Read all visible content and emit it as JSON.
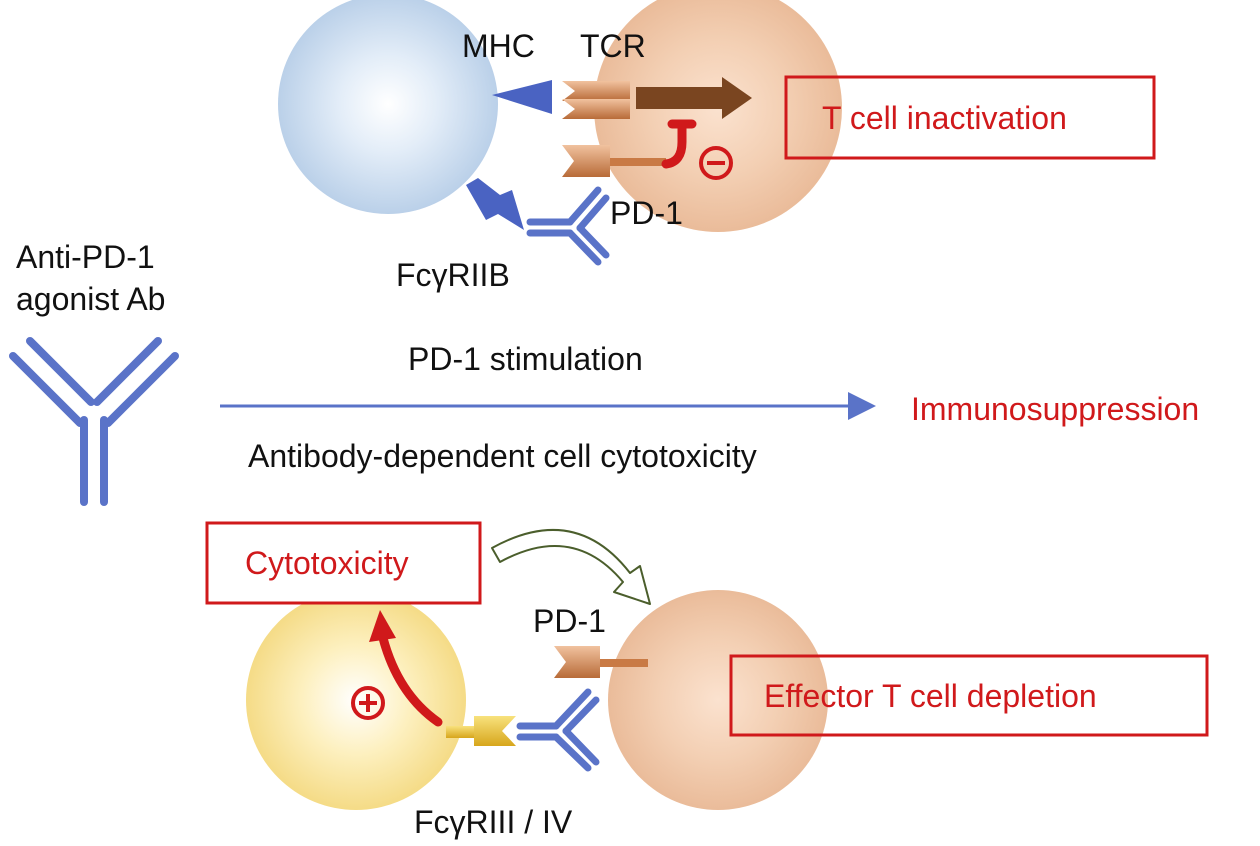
{
  "labels": {
    "mhc": "MHC",
    "tcr": "TCR",
    "t_cell_inactivation": "T cell inactivation",
    "pd1_top": "PD-1",
    "fcgriib": "FcγRIIB",
    "antibody_title_line1": "Anti-PD-1",
    "antibody_title_line2": "agonist Ab",
    "pd1_stimulation": "PD-1 stimulation",
    "immunosuppression": "Immunosuppression",
    "adcc": "Antibody-dependent cell cytotoxicity",
    "cytotoxicity": "Cytotoxicity",
    "pd1_bottom": "PD-1",
    "effector_depletion": "Effector T cell depletion",
    "fcgriii_iv": "FcγRIII / IV",
    "minus_symbol": "−",
    "plus_symbol": "+"
  },
  "colors": {
    "antigen_cell": "#c9dcf0",
    "t_cell": "#f0c7a4",
    "nk_cell": "#f7df8a",
    "antibody_blue": "#5a73c8",
    "receptor_brown": "#c97a45",
    "inhibit_red": "#d0191b",
    "signal_brown": "#7a4520",
    "curved_arrow_green": "#4b5e2c",
    "receptor_yellow": "#e6bd2e"
  }
}
